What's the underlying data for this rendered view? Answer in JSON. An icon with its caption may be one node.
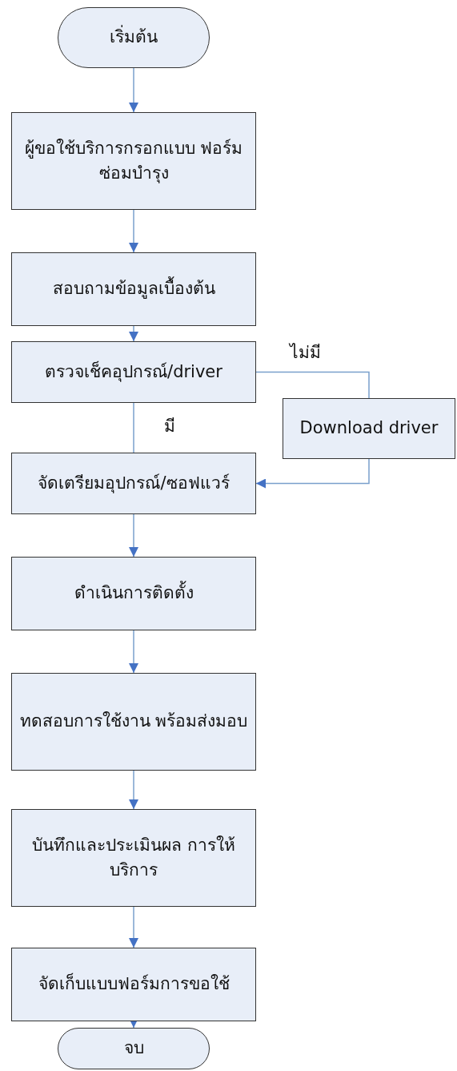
{
  "diagram": {
    "nodes": [
      {
        "text": [
          "เริ่มต้น"
        ]
      },
      {
        "text": [
          "ผู้ขอใช้บริการกรอกแบบ ฟอร์มซ่อมบำรุง"
        ]
      },
      {
        "text": [
          "สอบถามข้อมูลเบื้องต้น"
        ]
      },
      {
        "text": [
          "ตรวจเช็คอุปกรณ์/driver"
        ]
      },
      {
        "text": [
          "Download driver"
        ]
      },
      {
        "text": [
          "จัดเตรียมอุปกรณ์/ซอฟแวร์"
        ]
      },
      {
        "text": [
          "ดำเนินการติดตั้ง"
        ]
      },
      {
        "text": [
          "ทดสอบการใช้งาน พร้อมส่งมอบ"
        ]
      },
      {
        "text": [
          "บันทึกและประเมินผล การให้บริการ"
        ]
      },
      {
        "text": [
          "จัดเก็บแบบฟอร์มการขอใช้"
        ]
      },
      {
        "text": [
          "จบ"
        ]
      }
    ],
    "edges": [
      {
        "from": 0,
        "to": 1,
        "arrow": "to"
      },
      {
        "from": 1,
        "to": 2,
        "arrow": "to"
      },
      {
        "from": 2,
        "to": 3,
        "arrow": "to"
      },
      {
        "from": 3,
        "to": 4,
        "arrow": "none",
        "label": "ไม่มี"
      },
      {
        "from": 3,
        "to": 5,
        "arrow": "none",
        "label": "มี"
      },
      {
        "from": 4,
        "to": 5,
        "arrow": "to"
      },
      {
        "from": 5,
        "to": 6,
        "arrow": "to"
      },
      {
        "from": 6,
        "to": 7,
        "arrow": "to"
      },
      {
        "from": 7,
        "to": 8,
        "arrow": "to"
      },
      {
        "from": 8,
        "to": 9,
        "arrow": "to"
      },
      {
        "from": 9,
        "to": 10,
        "arrow": "to"
      }
    ]
  }
}
